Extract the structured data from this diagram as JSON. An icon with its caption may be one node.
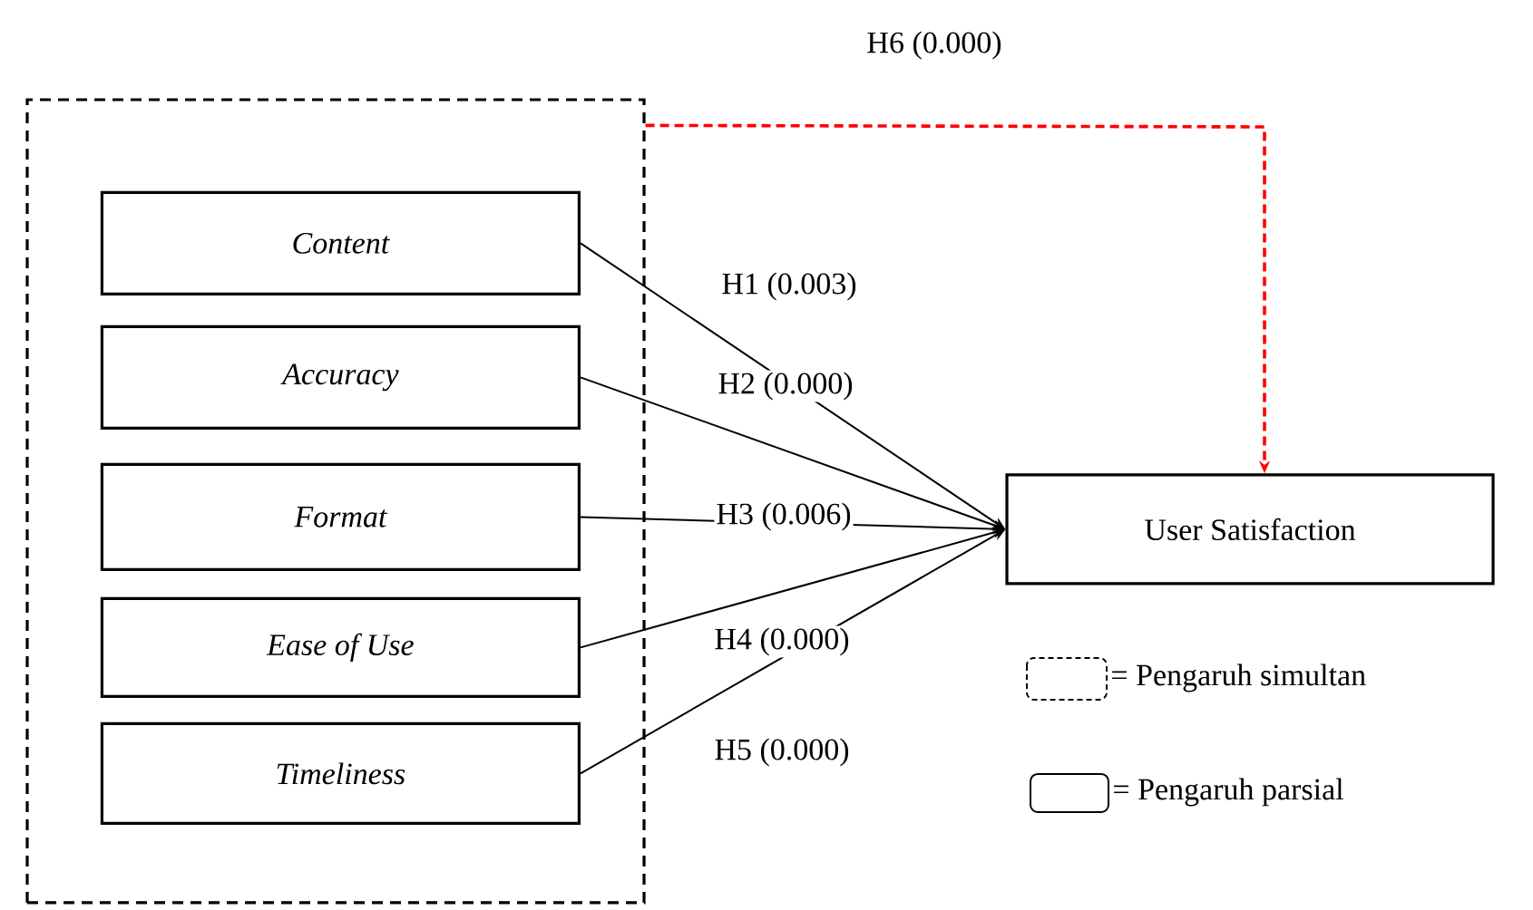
{
  "diagram": {
    "nodes": [
      {
        "text": [],
        "shape": "box"
      },
      {
        "text": [
          "Content"
        ],
        "in": 0
      },
      {
        "text": [
          "Accuracy"
        ],
        "in": 0
      },
      {
        "text": [
          "Format"
        ],
        "in": 0
      },
      {
        "text": [
          "Ease of Use"
        ],
        "in": 0
      },
      {
        "text": [
          "Timeliness"
        ],
        "in": 0
      },
      {
        "text": [
          "User Satisfaction"
        ]
      }
    ],
    "edges": [
      {
        "from": 1,
        "to": 6,
        "arrow": "to",
        "label": "H1 (0.003)"
      },
      {
        "from": 2,
        "to": 6,
        "arrow": "to",
        "label": "H2 (0.000)"
      },
      {
        "from": 3,
        "to": 6,
        "arrow": "to",
        "label": "H3 (0.006)"
      },
      {
        "from": 4,
        "to": 6,
        "arrow": "to",
        "label": "H4 (0.000)"
      },
      {
        "from": 5,
        "to": 6,
        "arrow": "to",
        "label": "H5 (0.000)"
      },
      {
        "from": 0,
        "to": 6,
        "arrow": "to",
        "label": "H6 (0.000)",
        "style": "dashed",
        "color": "#ff0000"
      }
    ],
    "legend": [
      {
        "text": "= Pengaruh simultan"
      },
      {
        "text": "= Pengaruh parsial"
      }
    ]
  }
}
